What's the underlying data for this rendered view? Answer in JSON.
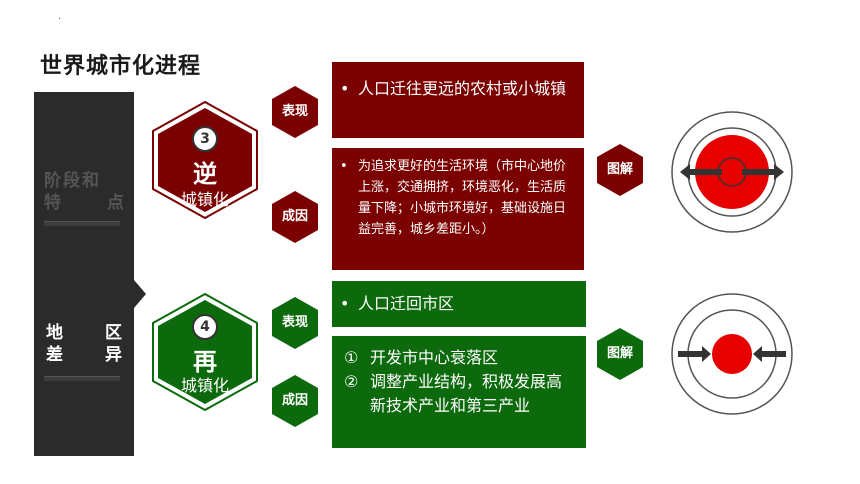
{
  "title": "世界城市化进程",
  "dot": "·",
  "sidebar": {
    "stage_label_line1": "阶段和",
    "stage_label_line2": [
      "特",
      "点"
    ],
    "region_label_line1": [
      "地",
      "区"
    ],
    "region_label_line2": [
      "差",
      "异"
    ]
  },
  "stage3": {
    "number": "3",
    "big_char": "逆",
    "sub": "城镇化",
    "tag_phenomenon": "表现",
    "tag_cause": "成因",
    "tag_diagram": "图解",
    "phenomenon_bullet": "•",
    "phenomenon": "人口迁往更远的农村或小城镇",
    "cause_bullet": "•",
    "cause": "为追求更好的生活环境（市中心地价上涨，交通拥挤，环境恶化，生活质量下降；小城市环境好，基础设施日益完善，城乡差距小。）"
  },
  "stage4": {
    "number": "4",
    "big_char": "再",
    "sub": "城镇化",
    "tag_phenomenon": "表现",
    "tag_cause": "成因",
    "tag_diagram": "图解",
    "phenomenon_bullet": "•",
    "phenomenon": "人口迁回市区",
    "cause_items": [
      {
        "marker": "①",
        "text": "开发市中心衰落区"
      },
      {
        "marker": "②",
        "text": "调整产业结构，积极发展高新技术产业和第三产业"
      }
    ]
  },
  "colors": {
    "red": "#7b0000",
    "green": "#0c6a0c",
    "bright_red": "#e60000",
    "dark": "#2b2b2b"
  },
  "icons": [
    "arrow-outward-icon",
    "arrow-inward-icon"
  ]
}
